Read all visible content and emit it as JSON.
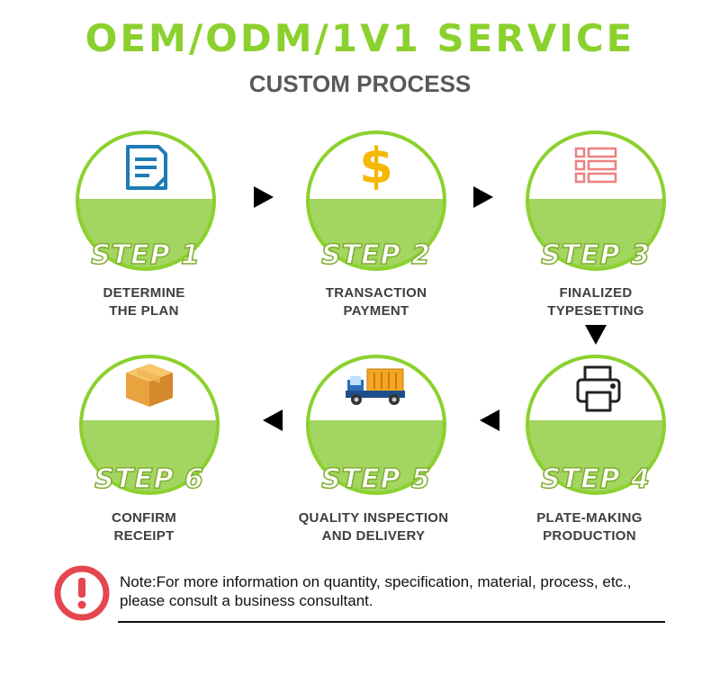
{
  "header": {
    "title": "OEM/ODM/1V1 SERVICE",
    "subtitle": "CUSTOM PROCESS"
  },
  "colors": {
    "accent_green": "#8bd12e",
    "fill_green": "#a3d561",
    "alert_red": "#e6464f"
  },
  "steps": [
    {
      "label": "STEP 1",
      "caption_line1": "DETERMINE",
      "caption_line2": "THE PLAN",
      "icon": "document-icon"
    },
    {
      "label": "STEP 2",
      "caption_line1": "TRANSACTION",
      "caption_line2": "PAYMENT",
      "icon": "dollar-icon"
    },
    {
      "label": "STEP 3",
      "caption_line1": "FINALIZED",
      "caption_line2": "TYPESETTING",
      "icon": "list-icon"
    },
    {
      "label": "STEP 4",
      "caption_line1": "PLATE-MAKING",
      "caption_line2": "PRODUCTION",
      "icon": "printer-icon"
    },
    {
      "label": "STEP 5",
      "caption_line1": "QUALITY INSPECTION",
      "caption_line2": "AND DELIVERY",
      "icon": "truck-icon"
    },
    {
      "label": "STEP 6",
      "caption_line1": "CONFIRM",
      "caption_line2": "RECEIPT",
      "icon": "box-icon"
    }
  ],
  "note": {
    "line1": "Note:For more information on quantity, specification, material, process, etc.,",
    "line2": "please consult a business consultant.",
    "icon": "alert-icon"
  }
}
